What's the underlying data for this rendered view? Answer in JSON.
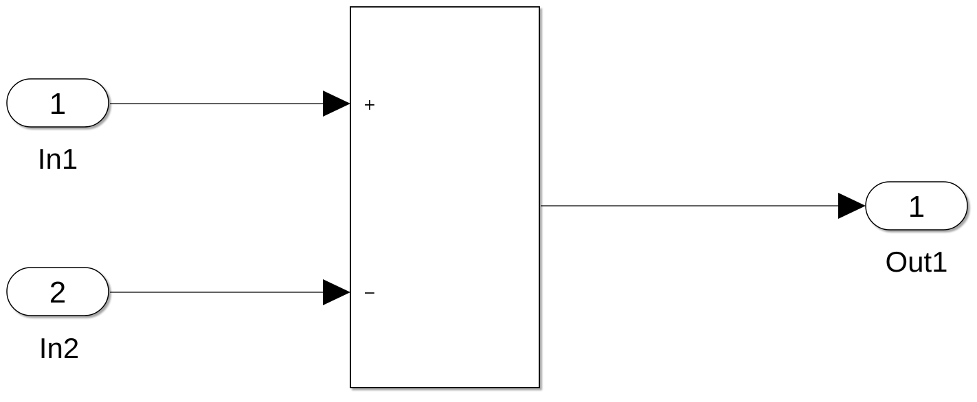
{
  "diagram": {
    "inports": [
      {
        "number": "1",
        "label": "In1"
      },
      {
        "number": "2",
        "label": "In2"
      }
    ],
    "sum_block": {
      "signs": [
        "+",
        "−"
      ]
    },
    "outports": [
      {
        "number": "1",
        "label": "Out1"
      }
    ]
  }
}
